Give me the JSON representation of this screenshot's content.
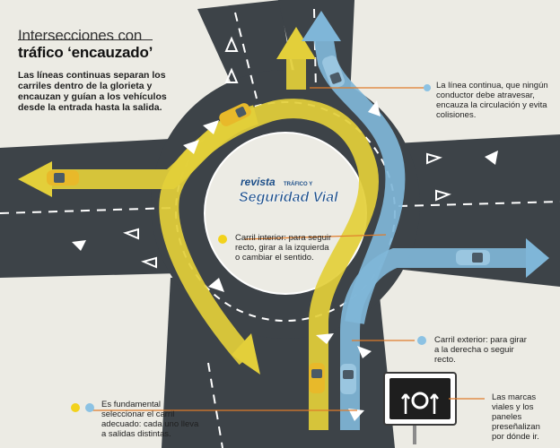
{
  "header": {
    "title_light": "Intersecciones con",
    "title_bold": "tráfico ‘encauzado’"
  },
  "intro_text": "Las líneas continuas separan los carriles dentro de la glorieta y encauzan y guían a los vehículos desde la entrada hasta la salida.",
  "logo": {
    "line1": "revista",
    "line2": "TRÁFICO Y",
    "line3": "Seguridad Vial"
  },
  "notes": {
    "continuous_line": "La línea continua, que ningún conductor debe atravesar, encauza la circulación y evita colisiones.",
    "inner_lane": "Carril interior: para seguir recto, girar a la izquierda o cambiar el sentido.",
    "outer_lane": "Carril exterior: para girar a la derecha o seguir recto.",
    "lane_choice": "Es fundamental seleccionar el carril adecuado: cada uno lleva a salidas distintas.",
    "road_marks": "Las marcas viales y los paneles preseñalizan por dónde ir."
  },
  "colors": {
    "background": "#ecebe4",
    "asphalt": "#3c4247",
    "inner_lane_yellow": "#e3cf3a",
    "outer_lane_blue": "#7fb6d8",
    "callout_line": "#e07b2a",
    "yellow_dot": "#f2d21c",
    "blue_dot": "#8cc2e3"
  },
  "icons": [
    "roundabout-sign-icon",
    "car-icon",
    "road-arrow-icon"
  ]
}
